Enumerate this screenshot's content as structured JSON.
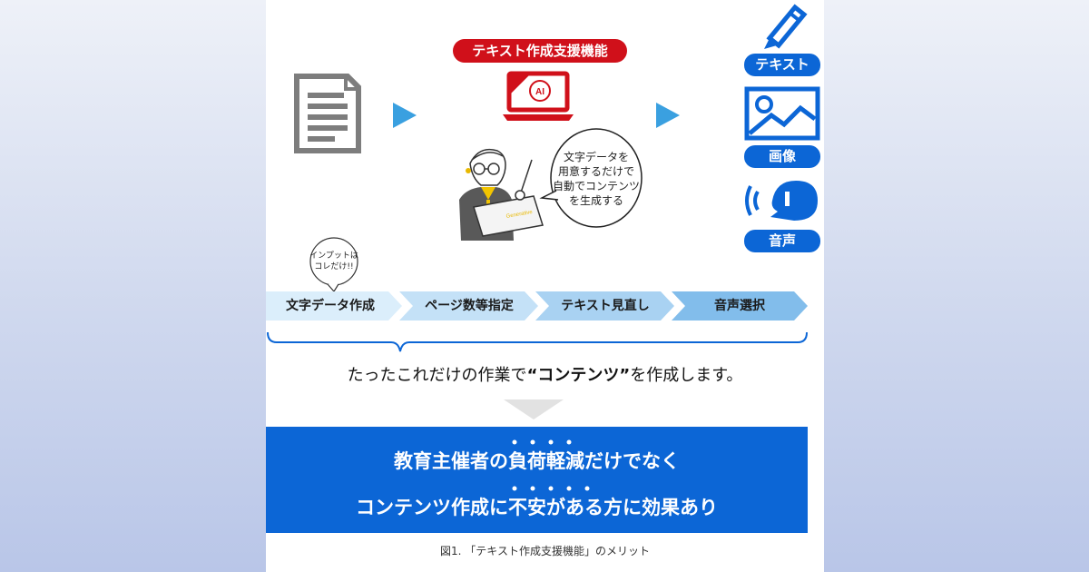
{
  "feature_title": "テキスト作成支援機能",
  "ai_label": "AI",
  "speech_bubble": [
    "文字データを",
    "用意するだけで",
    "自動でコンテンツ",
    "を生成する"
  ],
  "input_note": [
    "インプットは",
    "コレだけ!!"
  ],
  "laptop_brand": "Generative",
  "outputs": [
    {
      "label": "テキスト",
      "icon": "pencil-icon"
    },
    {
      "label": "画像",
      "icon": "image-icon"
    },
    {
      "label": "音声",
      "icon": "speaker-icon"
    }
  ],
  "steps": [
    "文字データ作成",
    "ページ数等指定",
    "テキスト見直し",
    "音声選択"
  ],
  "summary": {
    "prefix": "たったこれだけの作業で",
    "highlight": "“コンテンツ”",
    "suffix": "を作成します。"
  },
  "banner": {
    "line1": "教育主催者の負荷軽減だけでなく",
    "line2": "コンテンツ作成に不安がある方に効果あり"
  },
  "caption": "図1. 「テキスト作成支援機能」のメリット",
  "colors": {
    "accent_red": "#d0101a",
    "brand_blue": "#0c66d6",
    "arrow_blue": "#3aa0e0"
  }
}
